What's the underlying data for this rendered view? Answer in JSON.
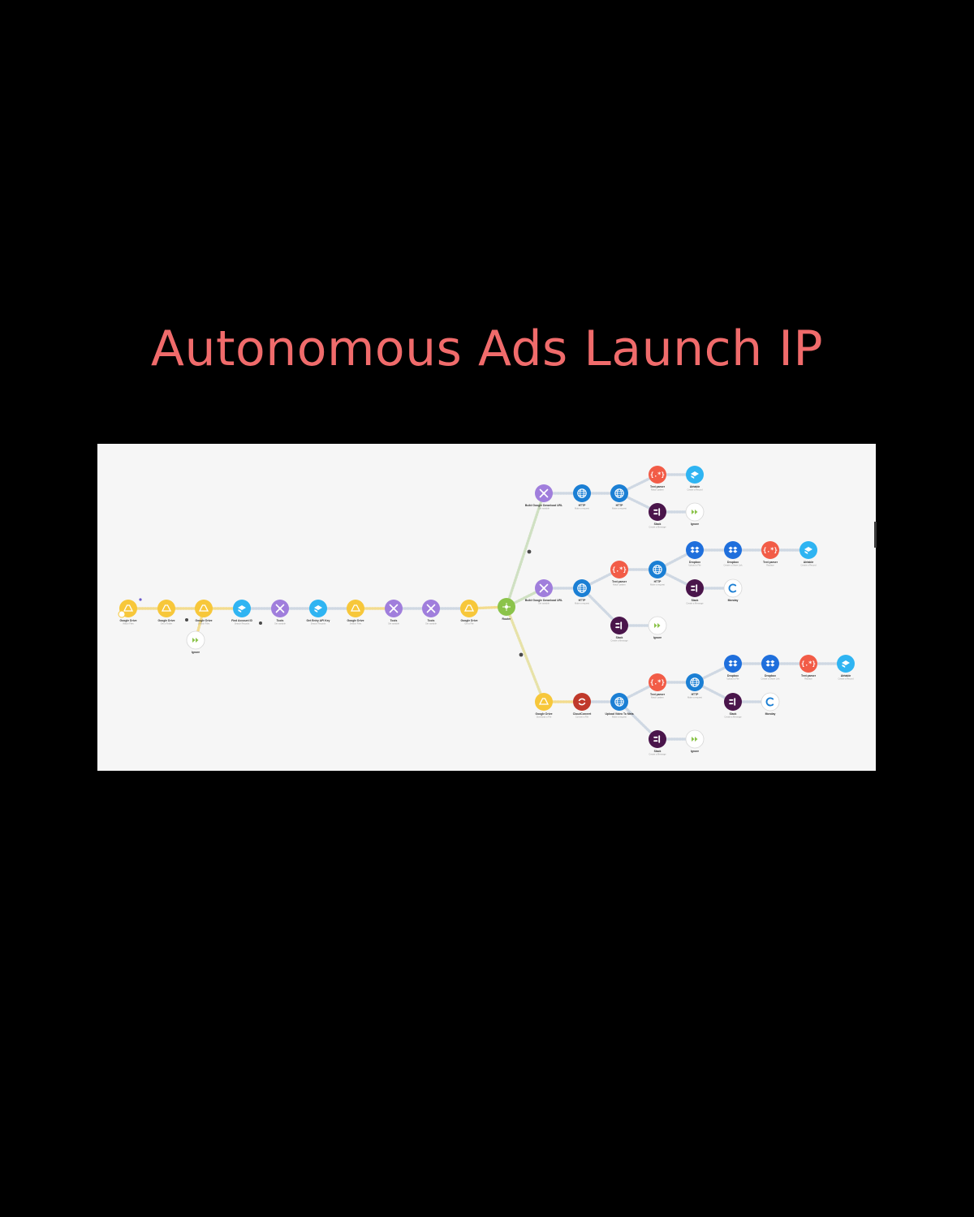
{
  "title": "Autonomous Ads Launch IP",
  "colors": {
    "title": "#f06b6b",
    "background": "#000000",
    "canvas": "#f6f6f6",
    "google-drive": "#f7c73a",
    "airtable": "#2fb4f2",
    "tools": "#a07edc",
    "router": "#8bc34a",
    "http": "#1b7fd4",
    "text-parser": "#f25c47",
    "slack": "#4a154b",
    "dropbox": "#1f6fdc",
    "cloudconvert": "#c0392b",
    "ignore": "#ffffff",
    "monday": "#ffffff"
  },
  "scenario": {
    "nodes": [
      {
        "id": "gd1",
        "app": "google-drive",
        "label": "Google Drive",
        "sub": "Watch Files"
      },
      {
        "id": "gd2",
        "app": "google-drive",
        "label": "Google Drive",
        "sub": "Get a Folder"
      },
      {
        "id": "gd3",
        "app": "google-drive",
        "label": "Google Drive",
        "sub": "Search Files"
      },
      {
        "id": "ign1",
        "app": "ignore",
        "label": "Ignore",
        "sub": ""
      },
      {
        "id": "at1",
        "app": "airtable",
        "label": "Find Account ID",
        "sub": "Search Records"
      },
      {
        "id": "tl1",
        "app": "tools",
        "label": "Tools",
        "sub": "Set variable"
      },
      {
        "id": "at2",
        "app": "airtable",
        "label": "Get Entry API Key",
        "sub": "Search Records"
      },
      {
        "id": "gd4",
        "app": "google-drive",
        "label": "Google Drive",
        "sub": "Search Files"
      },
      {
        "id": "tl2",
        "app": "tools",
        "label": "Tools",
        "sub": "Set variable"
      },
      {
        "id": "tl3",
        "app": "tools",
        "label": "Tools",
        "sub": "Set variable"
      },
      {
        "id": "gd5",
        "app": "google-drive",
        "label": "Google Drive",
        "sub": "Get a File"
      },
      {
        "id": "router",
        "app": "router",
        "label": "Router",
        "sub": ""
      },
      {
        "id": "b1t",
        "app": "tools",
        "label": "Build Google Download URL",
        "sub": "Set variable"
      },
      {
        "id": "b1h1",
        "app": "http",
        "label": "HTTP",
        "sub": "Make a request"
      },
      {
        "id": "b1h2",
        "app": "http",
        "label": "HTTP",
        "sub": "Make a request"
      },
      {
        "id": "b1tp",
        "app": "text-parser",
        "label": "Text parser",
        "sub": "Match pattern"
      },
      {
        "id": "b1at",
        "app": "airtable",
        "label": "Airtable",
        "sub": "Create a Record"
      },
      {
        "id": "b1sl",
        "app": "slack",
        "label": "Slack",
        "sub": "Create a Message"
      },
      {
        "id": "b1ig",
        "app": "ignore",
        "label": "Ignore",
        "sub": ""
      },
      {
        "id": "b2t",
        "app": "tools",
        "label": "Build Google Download URL",
        "sub": "Set variable"
      },
      {
        "id": "b2h1",
        "app": "http",
        "label": "HTTP",
        "sub": "Make a request"
      },
      {
        "id": "b2tp1",
        "app": "text-parser",
        "label": "Text parser",
        "sub": "Match pattern"
      },
      {
        "id": "b2h2",
        "app": "http",
        "label": "HTTP",
        "sub": "Make a request"
      },
      {
        "id": "b2db1",
        "app": "dropbox",
        "label": "Dropbox",
        "sub": "Upload a File"
      },
      {
        "id": "b2db2",
        "app": "dropbox",
        "label": "Dropbox",
        "sub": "Create a Share Link"
      },
      {
        "id": "b2tp2",
        "app": "text-parser",
        "label": "Text parser",
        "sub": "Replace"
      },
      {
        "id": "b2at",
        "app": "airtable",
        "label": "Airtable",
        "sub": "Create a Record"
      },
      {
        "id": "b2sl1",
        "app": "slack",
        "label": "Slack",
        "sub": "Create a Message"
      },
      {
        "id": "b2mo",
        "app": "monday",
        "label": "Monday",
        "sub": ""
      },
      {
        "id": "b2sl2",
        "app": "slack",
        "label": "Slack",
        "sub": "Create a Message"
      },
      {
        "id": "b2ig",
        "app": "ignore",
        "label": "Ignore",
        "sub": ""
      },
      {
        "id": "b3gd",
        "app": "google-drive",
        "label": "Google Drive",
        "sub": "Download a File"
      },
      {
        "id": "b3cc",
        "app": "cloudconvert",
        "label": "CloudConvert",
        "sub": "Convert a File"
      },
      {
        "id": "b3h1",
        "app": "http",
        "label": "Upload Video To Meta",
        "sub": "Make a request"
      },
      {
        "id": "b3tp1",
        "app": "text-parser",
        "label": "Text parser",
        "sub": "Match pattern"
      },
      {
        "id": "b3h2",
        "app": "http",
        "label": "HTTP",
        "sub": "Make a request"
      },
      {
        "id": "b3db1",
        "app": "dropbox",
        "label": "Dropbox",
        "sub": "Upload a File"
      },
      {
        "id": "b3db2",
        "app": "dropbox",
        "label": "Dropbox",
        "sub": "Create a Share Link"
      },
      {
        "id": "b3tp2",
        "app": "text-parser",
        "label": "Text parser",
        "sub": "Replace"
      },
      {
        "id": "b3at",
        "app": "airtable",
        "label": "Airtable",
        "sub": "Create a Record"
      },
      {
        "id": "b3sl1",
        "app": "slack",
        "label": "Slack",
        "sub": "Create a Message"
      },
      {
        "id": "b3mo",
        "app": "monday",
        "label": "Monday",
        "sub": ""
      },
      {
        "id": "b3sl2",
        "app": "slack",
        "label": "Slack",
        "sub": "Create a Message"
      },
      {
        "id": "b3ig",
        "app": "ignore",
        "label": "Ignore",
        "sub": ""
      }
    ],
    "edges": [
      [
        "gd1",
        "gd2"
      ],
      [
        "gd2",
        "gd3"
      ],
      [
        "gd3",
        "ign1"
      ],
      [
        "gd3",
        "at1"
      ],
      [
        "at1",
        "tl1"
      ],
      [
        "tl1",
        "at2"
      ],
      [
        "at2",
        "gd4"
      ],
      [
        "gd4",
        "tl2"
      ],
      [
        "tl2",
        "tl3"
      ],
      [
        "tl3",
        "gd5"
      ],
      [
        "gd5",
        "router"
      ],
      [
        "router",
        "b1t"
      ],
      [
        "router",
        "b2t"
      ],
      [
        "router",
        "b3gd"
      ],
      [
        "b1t",
        "b1h1"
      ],
      [
        "b1h1",
        "b1h2"
      ],
      [
        "b1h2",
        "b1tp"
      ],
      [
        "b1tp",
        "b1at"
      ],
      [
        "b1h2",
        "b1sl"
      ],
      [
        "b1sl",
        "b1ig"
      ],
      [
        "b2t",
        "b2h1"
      ],
      [
        "b2h1",
        "b2tp1"
      ],
      [
        "b2tp1",
        "b2h2"
      ],
      [
        "b2h2",
        "b2db1"
      ],
      [
        "b2db1",
        "b2db2"
      ],
      [
        "b2db2",
        "b2tp2"
      ],
      [
        "b2tp2",
        "b2at"
      ],
      [
        "b2h2",
        "b2sl1"
      ],
      [
        "b2sl1",
        "b2mo"
      ],
      [
        "b2h1",
        "b2sl2"
      ],
      [
        "b2sl2",
        "b2ig"
      ],
      [
        "b3gd",
        "b3cc"
      ],
      [
        "b3cc",
        "b3h1"
      ],
      [
        "b3h1",
        "b3tp1"
      ],
      [
        "b3tp1",
        "b3h2"
      ],
      [
        "b3h2",
        "b3db1"
      ],
      [
        "b3db1",
        "b3db2"
      ],
      [
        "b3db2",
        "b3tp2"
      ],
      [
        "b3tp2",
        "b3at"
      ],
      [
        "b3h2",
        "b3sl1"
      ],
      [
        "b3sl1",
        "b3mo"
      ],
      [
        "b3h1",
        "b3sl2"
      ],
      [
        "b3sl2",
        "b3ig"
      ]
    ]
  }
}
